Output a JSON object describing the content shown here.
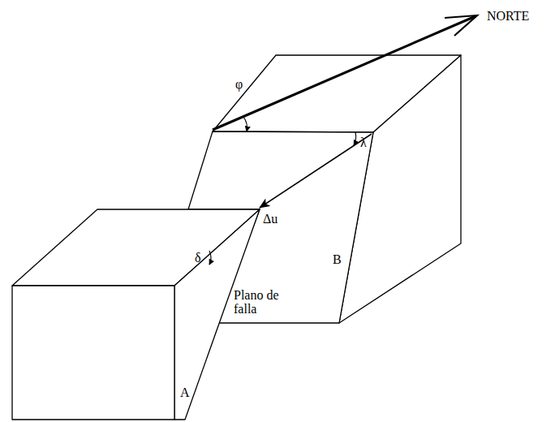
{
  "diagram": {
    "labels": [
      "NORTE",
      "φ",
      "λ",
      "Δu",
      "δ",
      "Plano de falla",
      "A",
      "B"
    ]
  }
}
